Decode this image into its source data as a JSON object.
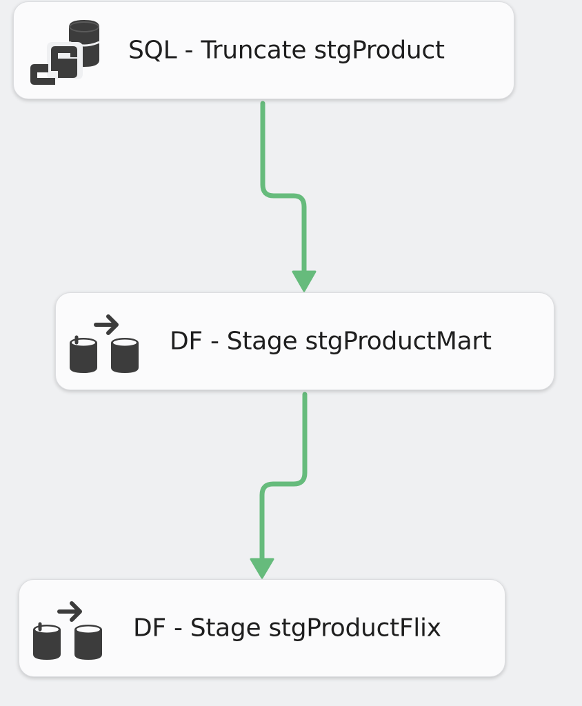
{
  "tasks": [
    {
      "id": "sql-truncate",
      "label": "SQL - Truncate stgProduct",
      "icon": "execute-sql-icon"
    },
    {
      "id": "df-stage-mart",
      "label": "DF - Stage stgProductMart",
      "icon": "data-flow-icon"
    },
    {
      "id": "df-stage-flix",
      "label": "DF - Stage stgProductFlix",
      "icon": "data-flow-icon"
    }
  ],
  "precedence_constraints": [
    {
      "from": "SQL - Truncate stgProduct",
      "to": "DF - Stage stgProductMart",
      "status": "success"
    },
    {
      "from": "DF - Stage stgProductMart",
      "to": "DF - Stage stgProductFlix",
      "status": "success"
    }
  ],
  "colors": {
    "canvas": "#eff0f2",
    "task_fill": "#fbfbfc",
    "success_connector": "#66bb7c",
    "icon": "#3c3c3c"
  }
}
